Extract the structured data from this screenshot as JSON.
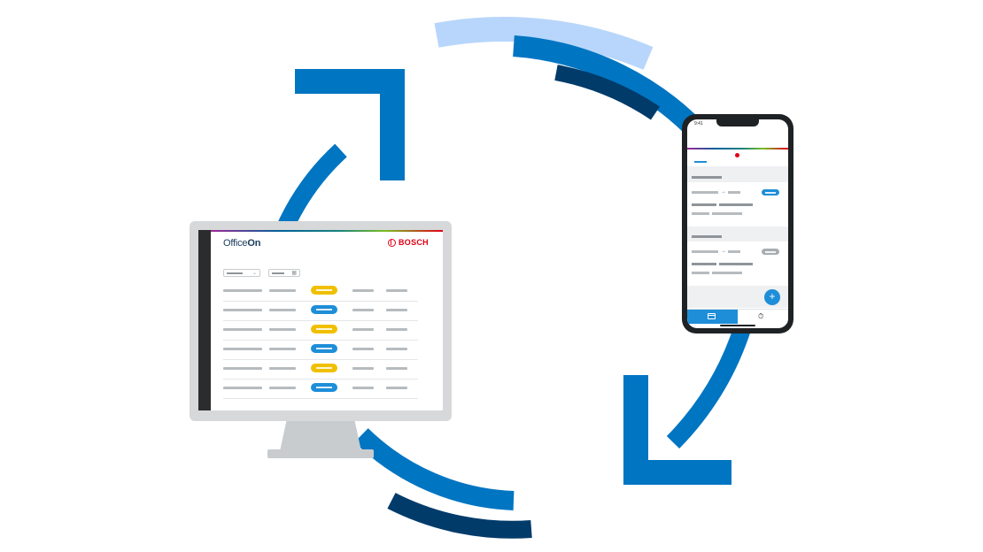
{
  "colors": {
    "primary_blue": "#0075c2",
    "light_blue": "#b8d6fb",
    "dark_blue": "#003b6a",
    "bosch_red": "#e20015",
    "status_yellow": "#f0c000",
    "status_blue": "#1e8ed8"
  },
  "desktop_app": {
    "logo_prefix": "Office",
    "logo_suffix": "On",
    "brand": "BOSCH",
    "brand_icon": "bosch-armature-icon",
    "booking_rows": [
      {
        "status": "yellow"
      },
      {
        "status": "blue"
      },
      {
        "status": "yellow"
      },
      {
        "status": "blue"
      },
      {
        "status": "yellow"
      },
      {
        "status": "blue"
      }
    ]
  },
  "mobile_app": {
    "status_time": "9:41",
    "bookings": [
      {
        "status": "blue"
      },
      {
        "status": "grey"
      }
    ],
    "fab_icon": "plus-icon",
    "fab_symbol": "+",
    "nav_items": [
      {
        "icon": "calendar-icon",
        "active": true
      },
      {
        "icon": "alarm-clock-icon",
        "active": false
      }
    ],
    "alarm_symbol": "⏱"
  },
  "sync_graphic": {
    "arrows": [
      "arrow-up-right-icon",
      "arrow-down-left-icon"
    ]
  }
}
